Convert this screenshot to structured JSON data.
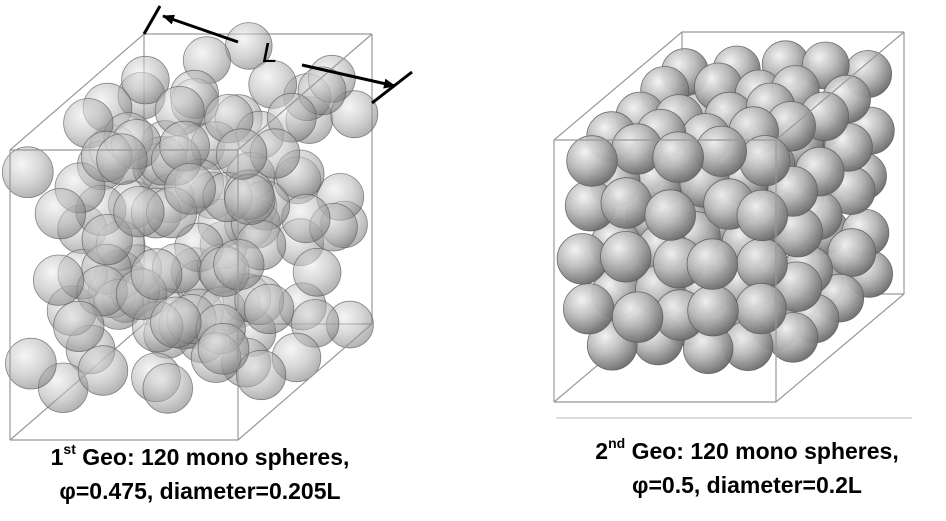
{
  "panels": [
    {
      "id": "geo1",
      "caption_line1_prefix": "1",
      "caption_line1_sup": "st",
      "caption_line1_rest": " Geo: 120 mono spheres,",
      "caption_line2": "φ=0.475, diameter=0.205L",
      "dimension_label": "L",
      "sphere_style": "translucent"
    },
    {
      "id": "geo2",
      "caption_line1_prefix": "2",
      "caption_line1_sup": "nd",
      "caption_line1_rest": " Geo: 120 mono spheres,",
      "caption_line2": "φ=0.5, diameter=0.2L",
      "sphere_style": "opaque"
    }
  ],
  "colors": {
    "box_edge": "#999999",
    "sphere_fill": "#9a9a9a",
    "sphere_edge": "#5a5a5a",
    "arrow": "#000000"
  }
}
